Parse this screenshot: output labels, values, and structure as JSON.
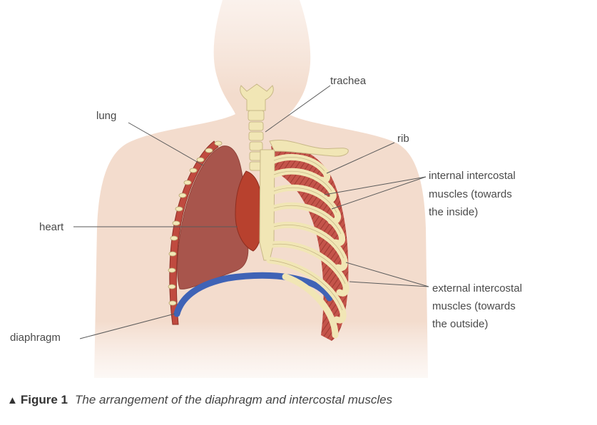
{
  "labels": {
    "trachea": "trachea",
    "lung": "lung",
    "rib": "rib",
    "internal_line1": "internal intercostal",
    "internal_line2": "muscles (towards",
    "internal_line3": "the inside)",
    "heart": "heart",
    "external_line1": "external intercostal",
    "external_line2": "muscles (towards",
    "external_line3": "the outside)",
    "diaphragm": "diaphragm"
  },
  "caption": {
    "marker": "▲",
    "figure_label": "Figure 1",
    "text": "The arrangement of the diaphragm and intercostal muscles"
  },
  "colors": {
    "body": "#f4ddd0",
    "lung": "#a8554c",
    "heart": "#b8412e",
    "bone": "#f1e6b5",
    "muscle": "#c04a3f",
    "diaphragm": "#3f63b6"
  }
}
